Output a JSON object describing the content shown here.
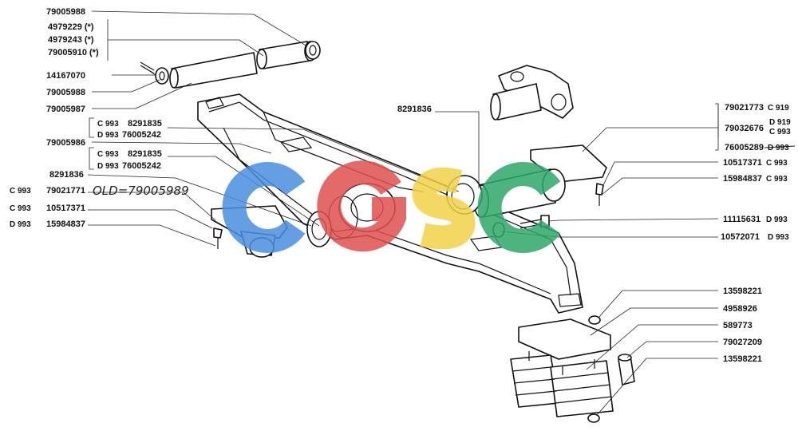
{
  "labels": {
    "l_79005988_top": "79005988",
    "l_4979229": "4979229 (*)",
    "l_4979243": "4979243 (*)",
    "l_79005910": "79005910 (*)",
    "l_14167070": "14167070",
    "l_79005988_b": "79005988",
    "l_79005987": "79005987",
    "l_c993_a": "C 993",
    "l_8291835_a": "8291835",
    "l_d993_a": "D 993",
    "l_76005242_a": "76005242",
    "l_79005986": "79005986",
    "l_c993_b": "C 993",
    "l_8291835_b": "8291835",
    "l_d993_b": "D 993",
    "l_76005242_b": "76005242",
    "l_8291836_l": "8291836",
    "l_c993_c": "C 993",
    "l_79021771": "79021771",
    "l_c993_d": "C 993",
    "l_10517371_l": "10517371",
    "l_d993_c": "D 993",
    "l_15984837_l": "15984837",
    "l_8291836_m": "8291836",
    "l_79021773": "79021773",
    "l_c919": "C 919",
    "l_d919": "D 919",
    "l_79032676": "79032676",
    "l_c993_e": "C 993",
    "l_76005289": "76005289",
    "l_d993_d": "D 993",
    "l_10517371_r": "10517371",
    "l_c993_f": "C 993",
    "l_15984837_r": "15984837",
    "l_c993_g": "C 993",
    "l_11115631": "11115631",
    "l_d993_e": "D 993",
    "l_10572071": "10572071",
    "l_d993_f": "D 993",
    "l_13598221_a": "13598221",
    "l_4958926": "4958926",
    "l_589773": "589773",
    "l_79027209": "79027209",
    "l_13598221_b": "13598221"
  },
  "handwritten_note": "OLD=79005989",
  "watermark": "CGSC",
  "watermark_colors": [
    "#4a8fe0",
    "#e05050",
    "#f2d34a",
    "#2fa86a"
  ]
}
